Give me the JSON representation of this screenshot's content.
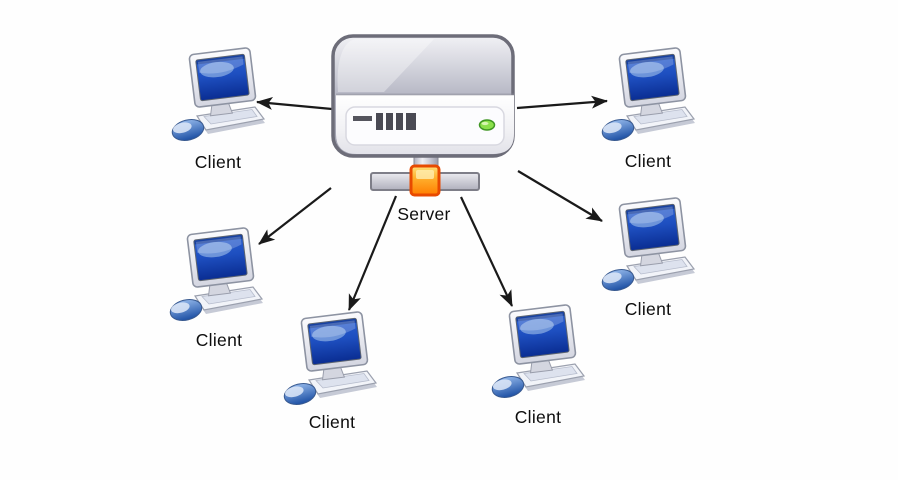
{
  "diagram": {
    "server": {
      "label": "Server"
    },
    "clients": [
      {
        "id": "client-top-left",
        "label": "Client"
      },
      {
        "id": "client-top-right",
        "label": "Client"
      },
      {
        "id": "client-mid-left",
        "label": "Client"
      },
      {
        "id": "client-mid-right",
        "label": "Client"
      },
      {
        "id": "client-bottom-left",
        "label": "Client"
      },
      {
        "id": "client-bottom-right",
        "label": "Client"
      }
    ],
    "connections": [
      {
        "from": "server",
        "to": "client-top-left"
      },
      {
        "from": "server",
        "to": "client-top-right"
      },
      {
        "from": "server",
        "to": "client-mid-left"
      },
      {
        "from": "server",
        "to": "client-mid-right"
      },
      {
        "from": "server",
        "to": "client-bottom-left"
      },
      {
        "from": "server",
        "to": "client-bottom-right"
      }
    ],
    "colors": {
      "background": "#fefefe",
      "arrow": "#1a1a1a",
      "label_text": "#0d0d0d",
      "screen_blue": "#1e4fc0",
      "connector_orange": "#ff8c00",
      "led_green": "#8adf4a",
      "server_gray": "#b9bac6"
    }
  }
}
